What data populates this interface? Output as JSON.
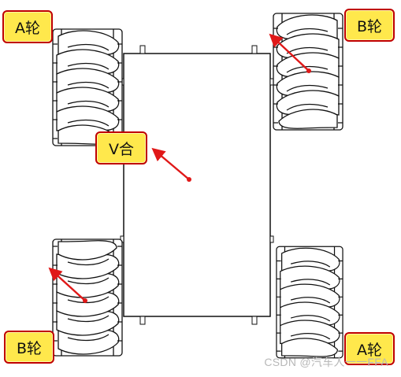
{
  "labels": {
    "wheel_top_left": "A轮",
    "wheel_top_right": "B轮",
    "wheel_bottom_left": "B轮",
    "wheel_bottom_right": "A轮",
    "velocity": "V合"
  },
  "watermark": "CSDN @汽车人一一FFA",
  "colors": {
    "label_fill": "#ffe84c",
    "label_border": "#c00000",
    "arrow": "#e01818",
    "line": "#111111"
  },
  "icons": [
    "mecanum-wheel-icon",
    "arrow-icon"
  ]
}
